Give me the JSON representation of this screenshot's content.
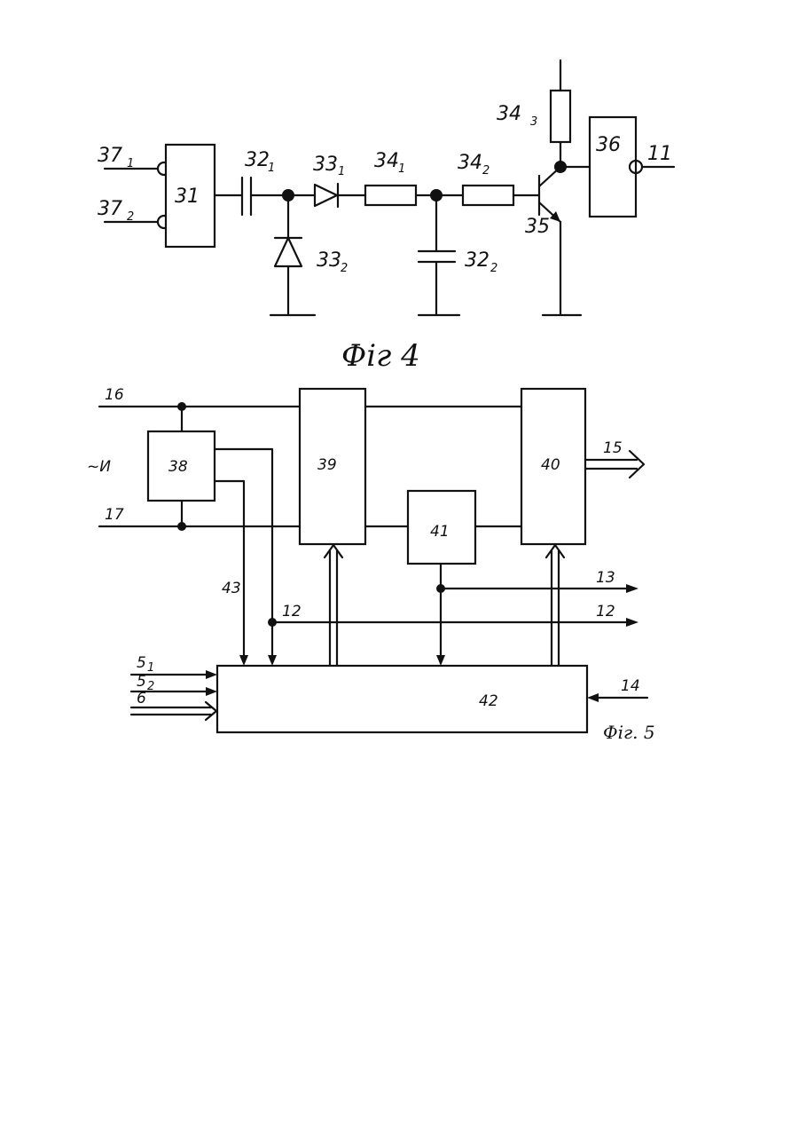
{
  "fig4": {
    "caption": "Фіг 4",
    "labels": {
      "in1": "37",
      "in1_sub": "1",
      "in2": "37",
      "in2_sub": "2",
      "block31": "31",
      "cap1": "32",
      "cap1_sub": "1",
      "diode1": "33",
      "diode1_sub": "1",
      "diode2": "33",
      "diode2_sub": "2",
      "res1": "34",
      "res1_sub": "1",
      "res2": "34",
      "res2_sub": "2",
      "res3": "34",
      "res3_sub": "3",
      "cap2": "32",
      "cap2_sub": "2",
      "transistor": "35",
      "block36": "36",
      "out": "11"
    }
  },
  "fig5": {
    "caption": "Фіг. 5",
    "labels": {
      "line16": "16",
      "line17": "17",
      "supply": "~И",
      "block38": "38",
      "block39": "39",
      "block40": "40",
      "block41": "41",
      "block42": "42",
      "wire43": "43",
      "node12": "12",
      "out15": "15",
      "out13": "13",
      "out12": "12",
      "in14": "14",
      "in5a": "5",
      "in5a_sub": "1",
      "in5b": "5",
      "in5b_sub": "2",
      "in6": "6"
    }
  }
}
